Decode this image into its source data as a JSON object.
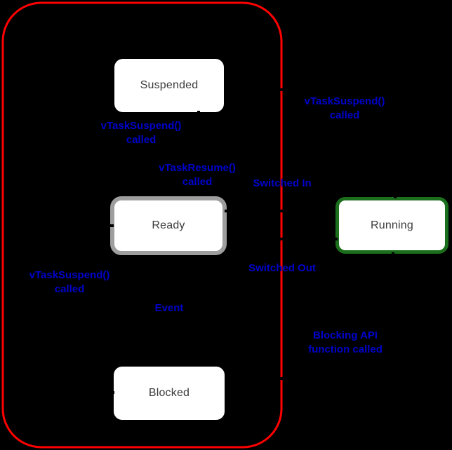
{
  "colors": {
    "background": "#000000",
    "container_stroke": "#ff0000",
    "label_text": "#0000cc",
    "ready_border": "#9e9e9e",
    "running_border": "#1b6e1b",
    "state_fill": "#ffffff",
    "state_text": "#3a3a3a",
    "arrow_stroke": "#000000"
  },
  "states": {
    "suspended": "Suspended",
    "ready": "Ready",
    "running": "Running",
    "blocked": "Blocked"
  },
  "transitions": [
    {
      "name": "ready-to-suspended",
      "label": "vTaskSuspend()\ncalled"
    },
    {
      "name": "suspended-to-ready",
      "label": "vTaskResume()\ncalled"
    },
    {
      "name": "ready-to-running",
      "label": "Switched In"
    },
    {
      "name": "running-to-ready",
      "label": "Switched Out"
    },
    {
      "name": "running-to-suspended",
      "label": "vTaskSuspend()\ncalled"
    },
    {
      "name": "running-to-blocked",
      "label": "Blocking API\nfunction called"
    },
    {
      "name": "blocked-to-ready",
      "label": "Event"
    },
    {
      "name": "blocked-to-suspended",
      "label": "vTaskSuspend()\ncalled"
    }
  ]
}
